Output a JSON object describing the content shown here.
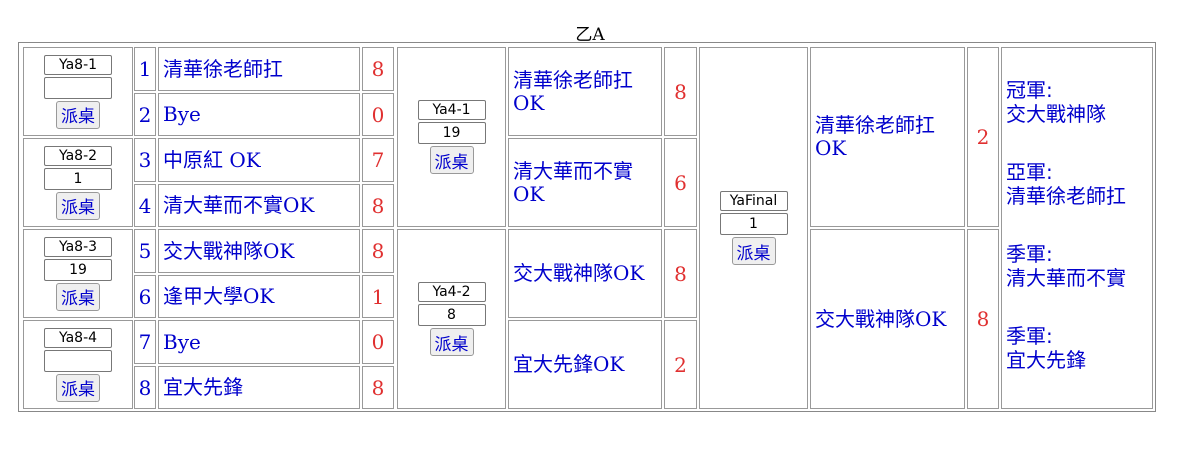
{
  "title": "乙A",
  "colors": {
    "team": "#0000cc",
    "score": "#e03030",
    "border": "#999999"
  },
  "button_label": "派桌",
  "round8": [
    {
      "match": "Ya8-1",
      "table": "",
      "slots": [
        {
          "seed": "1",
          "team": "清華徐老師扛",
          "score": "8"
        },
        {
          "seed": "2",
          "team": "Bye",
          "score": "0"
        }
      ]
    },
    {
      "match": "Ya8-2",
      "table": "1",
      "slots": [
        {
          "seed": "3",
          "team": "中原紅 OK",
          "score": "7"
        },
        {
          "seed": "4",
          "team": "清大華而不實OK",
          "score": "8"
        }
      ]
    },
    {
      "match": "Ya8-3",
      "table": "19",
      "slots": [
        {
          "seed": "5",
          "team": "交大戰神隊OK",
          "score": "8"
        },
        {
          "seed": "6",
          "team": "逢甲大學OK",
          "score": "1"
        }
      ]
    },
    {
      "match": "Ya8-4",
      "table": "",
      "slots": [
        {
          "seed": "7",
          "team": "Bye",
          "score": "0"
        },
        {
          "seed": "8",
          "team": "宜大先鋒",
          "score": "8"
        }
      ]
    }
  ],
  "round4": [
    {
      "match": "Ya4-1",
      "table": "19",
      "slots": [
        {
          "team": "清華徐老師扛OK",
          "score": "8"
        },
        {
          "team": "清大華而不實OK",
          "score": "6"
        }
      ]
    },
    {
      "match": "Ya4-2",
      "table": "8",
      "slots": [
        {
          "team": "交大戰神隊OK",
          "score": "8"
        },
        {
          "team": "宜大先鋒OK",
          "score": "2"
        }
      ]
    }
  ],
  "final": {
    "match": "YaFinal",
    "table": "1",
    "slots": [
      {
        "team": "清華徐老師扛OK",
        "score": "2"
      },
      {
        "team": "交大戰神隊OK",
        "score": "8"
      }
    ]
  },
  "standings": {
    "champion_label": "冠軍:",
    "champion": "交大戰神隊",
    "runner_up_label": "亞軍:",
    "runner_up": "清華徐老師扛",
    "third_label_1": "季軍:",
    "third_1": "清大華而不實",
    "third_label_2": "季軍:",
    "third_2": "宜大先鋒"
  }
}
